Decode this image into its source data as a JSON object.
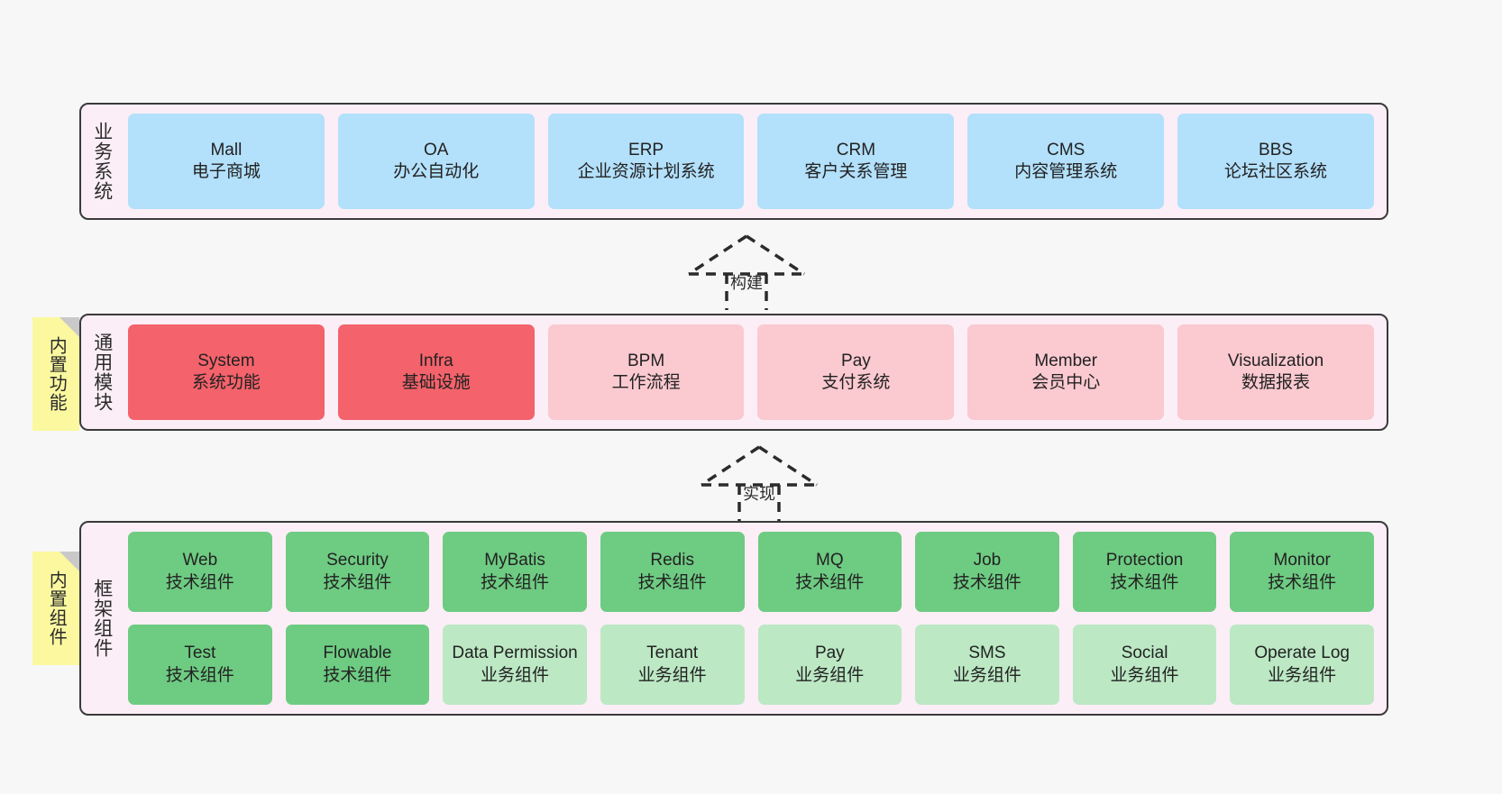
{
  "diagram": {
    "background": "#f7f7f7",
    "colors": {
      "layer_bg": "#fbeef6",
      "layer_border": "#3a3a3a",
      "business_card": "#b3e0fb",
      "module_card_primary": "#f4626b",
      "module_card_secondary": "#fbc9d0",
      "framework_card_tech": "#6ecb82",
      "framework_card_business": "#bce8c4",
      "sticky_note": "#fbf8a0"
    }
  },
  "layers": {
    "business": {
      "title": "业务系统",
      "cards": [
        {
          "en": "Mall",
          "cn": "电子商城"
        },
        {
          "en": "OA",
          "cn": "办公自动化"
        },
        {
          "en": "ERP",
          "cn": "企业资源计划系统"
        },
        {
          "en": "CRM",
          "cn": "客户关系管理"
        },
        {
          "en": "CMS",
          "cn": "内容管理系统"
        },
        {
          "en": "BBS",
          "cn": "论坛社区系统"
        }
      ]
    },
    "modules": {
      "title": "通用模块",
      "sticky": "内置功能",
      "cards": [
        {
          "en": "System",
          "cn": "系统功能",
          "style": "c-red"
        },
        {
          "en": "Infra",
          "cn": "基础设施",
          "style": "c-red"
        },
        {
          "en": "BPM",
          "cn": "工作流程",
          "style": "c-pink"
        },
        {
          "en": "Pay",
          "cn": "支付系统",
          "style": "c-pink"
        },
        {
          "en": "Member",
          "cn": "会员中心",
          "style": "c-pink"
        },
        {
          "en": "Visualization",
          "cn": "数据报表",
          "style": "c-pink"
        }
      ]
    },
    "framework": {
      "title": "框架组件",
      "sticky": "内置组件",
      "row1": [
        {
          "en": "Web",
          "cn": "技术组件",
          "style": "c-green"
        },
        {
          "en": "Security",
          "cn": "技术组件",
          "style": "c-green"
        },
        {
          "en": "MyBatis",
          "cn": "技术组件",
          "style": "c-green"
        },
        {
          "en": "Redis",
          "cn": "技术组件",
          "style": "c-green"
        },
        {
          "en": "MQ",
          "cn": "技术组件",
          "style": "c-green"
        },
        {
          "en": "Job",
          "cn": "技术组件",
          "style": "c-green"
        },
        {
          "en": "Protection",
          "cn": "技术组件",
          "style": "c-green"
        },
        {
          "en": "Monitor",
          "cn": "技术组件",
          "style": "c-green"
        }
      ],
      "row2": [
        {
          "en": "Test",
          "cn": "技术组件",
          "style": "c-green"
        },
        {
          "en": "Flowable",
          "cn": "技术组件",
          "style": "c-green"
        },
        {
          "en": "Data Permission",
          "cn": "业务组件",
          "style": "c-lightgreen"
        },
        {
          "en": "Tenant",
          "cn": "业务组件",
          "style": "c-lightgreen"
        },
        {
          "en": "Pay",
          "cn": "业务组件",
          "style": "c-lightgreen"
        },
        {
          "en": "SMS",
          "cn": "业务组件",
          "style": "c-lightgreen"
        },
        {
          "en": "Social",
          "cn": "业务组件",
          "style": "c-lightgreen"
        },
        {
          "en": "Operate Log",
          "cn": "业务组件",
          "style": "c-lightgreen"
        }
      ]
    }
  },
  "connectors": [
    {
      "label": "构建"
    },
    {
      "label": "实现"
    }
  ]
}
